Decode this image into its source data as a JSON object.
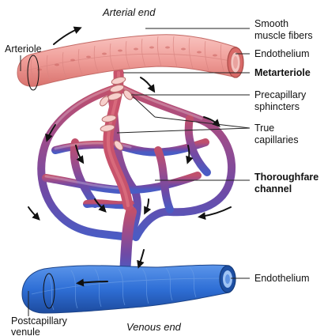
{
  "labels": {
    "arterial_end": "Arterial end",
    "venous_end": "Venous end",
    "arteriole": "Arteriole",
    "smooth_muscle_1": "Smooth",
    "smooth_muscle_2": "muscle fibers",
    "endothelium_top": "Endothelium",
    "metarteriole": "Metarteriole",
    "precapillary_1": "Precapillary",
    "precapillary_2": "sphincters",
    "true_cap_1": "True",
    "true_cap_2": "capillaries",
    "thoroughfare_1": "Thoroughfare",
    "thoroughfare_2": "channel",
    "endothelium_bottom": "Endothelium",
    "postcap_1": "Postcapillary",
    "postcap_2": "venule"
  },
  "colors": {
    "arteriole": "#f2a3a0",
    "arteriole_dark": "#c9625f",
    "capillary_red": "#b8506e",
    "capillary_purple": "#7b4a9e",
    "venule": "#2f6fd6",
    "venule_dark": "#1f4ea0",
    "sphincter": "#f4c9c6"
  }
}
